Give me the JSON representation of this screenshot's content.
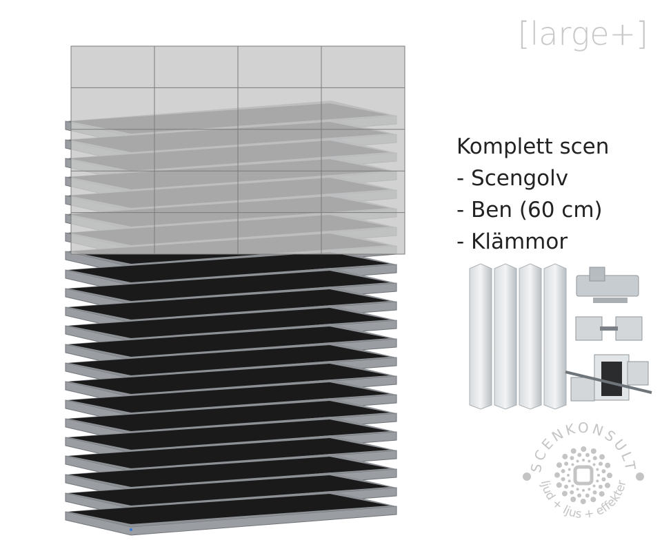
{
  "size_tag": "[large+]",
  "description": {
    "title": "Komplett scen",
    "items": [
      "- Scengolv",
      "- Ben (60 cm)",
      "- Klämmor"
    ]
  },
  "logo": {
    "brand": "SCENKONSULT",
    "tagline": "ljud + ljus + effekter"
  },
  "colors": {
    "platform_top": "#1a1a1a",
    "platform_frame": "#9a9ea3",
    "grid_overlay": "#bdbdbd",
    "logo": "#c4c4c4"
  }
}
